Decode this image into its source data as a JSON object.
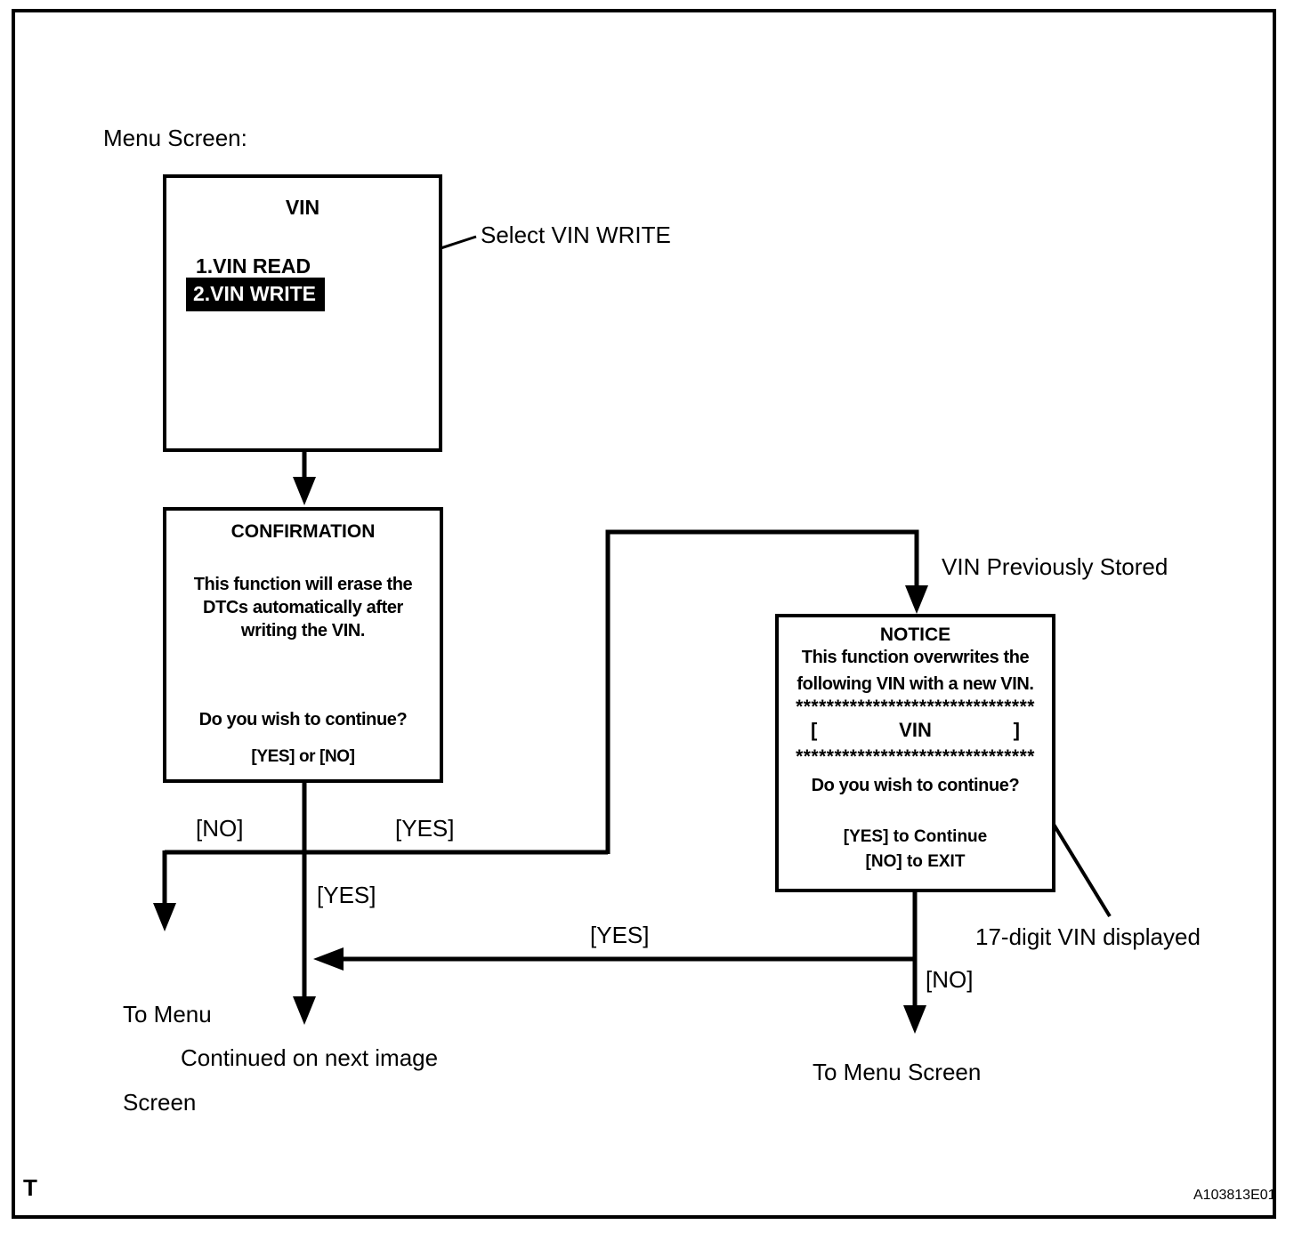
{
  "diagram": {
    "heading": "Menu Screen:",
    "corner_mark": "T",
    "figure_id": "A103813E01"
  },
  "menu_box": {
    "title": "VIN",
    "items": [
      {
        "label": "1.VIN READ",
        "selected": false
      },
      {
        "label": "2.VIN WRITE",
        "selected": true
      }
    ]
  },
  "confirmation_box": {
    "title": "CONFIRMATION",
    "body_lines": [
      "This function will erase the",
      "DTCs automatically after",
      "writing the VIN."
    ],
    "question": "Do you wish to continue?",
    "options": "[YES] or [NO]"
  },
  "notice_box": {
    "title": "NOTICE",
    "body_lines": [
      "This function overwrites the",
      "following VIN with a new VIN."
    ],
    "separator": "*******************************",
    "vin_field": {
      "open": "[",
      "label": "VIN",
      "close": "]"
    },
    "question": "Do you wish to continue?",
    "instructions": [
      "[YES] to Continue",
      "[NO] to EXIT"
    ]
  },
  "annotations": {
    "select_vin_write": "Select VIN WRITE",
    "vin_previously_stored": "VIN Previously Stored",
    "vin_displayed": "17-digit VIN displayed"
  },
  "flow": {
    "confirm_no": "[NO]",
    "confirm_yes_right": "[YES]",
    "confirm_yes_down": "[YES]",
    "notice_yes": "[YES]",
    "notice_no": "[NO]",
    "to_menu_left_line1": "To Menu",
    "to_menu_left_line2": "Screen",
    "to_menu_right": "To Menu Screen",
    "continued": "Continued on next image"
  }
}
